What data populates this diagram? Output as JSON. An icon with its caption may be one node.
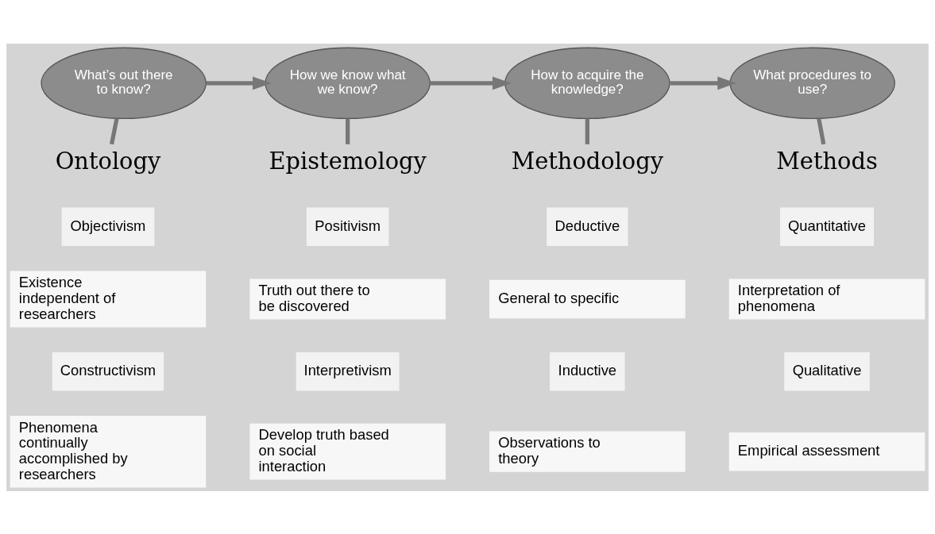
{
  "diagram": {
    "nodes": [
      {
        "text": [
          "What’s out there to know?"
        ]
      },
      {
        "text": [
          "How we know what we know?"
        ]
      },
      {
        "text": [
          "How to acquire the knowledge?"
        ]
      },
      {
        "text": [
          "What procedures to use?"
        ]
      },
      {
        "text": [
          "Ontology"
        ]
      },
      {
        "text": [
          "Epistemology"
        ]
      },
      {
        "text": [
          "Methodology"
        ]
      },
      {
        "text": [
          "Methods"
        ]
      },
      {
        "text": [
          "Objectivism"
        ]
      },
      {
        "text": [
          "Existence independent of researchers"
        ]
      },
      {
        "text": [
          "Positivism"
        ]
      },
      {
        "text": [
          "Truth out there to be discovered"
        ]
      },
      {
        "text": [
          "Deductive"
        ]
      },
      {
        "text": [
          "General to specific"
        ]
      },
      {
        "text": [
          "Quantitative"
        ]
      },
      {
        "text": [
          "Interpretation of phenomena"
        ]
      },
      {
        "text": [
          "Constructivism"
        ]
      },
      {
        "text": [
          "Phenomena continually accomplished by researchers"
        ]
      },
      {
        "text": [
          "Interpretivism"
        ]
      },
      {
        "text": [
          "Develop truth based on social interaction"
        ]
      },
      {
        "text": [
          "Inductive"
        ]
      },
      {
        "text": [
          "Observations to theory"
        ]
      },
      {
        "text": [
          "Qualitative"
        ]
      },
      {
        "text": [
          "Empirical assessment"
        ]
      }
    ],
    "edges": [
      {
        "from": 0,
        "to": 1,
        "arrow": "to"
      },
      {
        "from": 1,
        "to": 2,
        "arrow": "to"
      },
      {
        "from": 2,
        "to": 3,
        "arrow": "to"
      },
      {
        "from": 0,
        "to": 4,
        "arrow": "none"
      },
      {
        "from": 1,
        "to": 5,
        "arrow": "none"
      },
      {
        "from": 2,
        "to": 6,
        "arrow": "none"
      },
      {
        "from": 3,
        "to": 7,
        "arrow": "none"
      }
    ]
  }
}
